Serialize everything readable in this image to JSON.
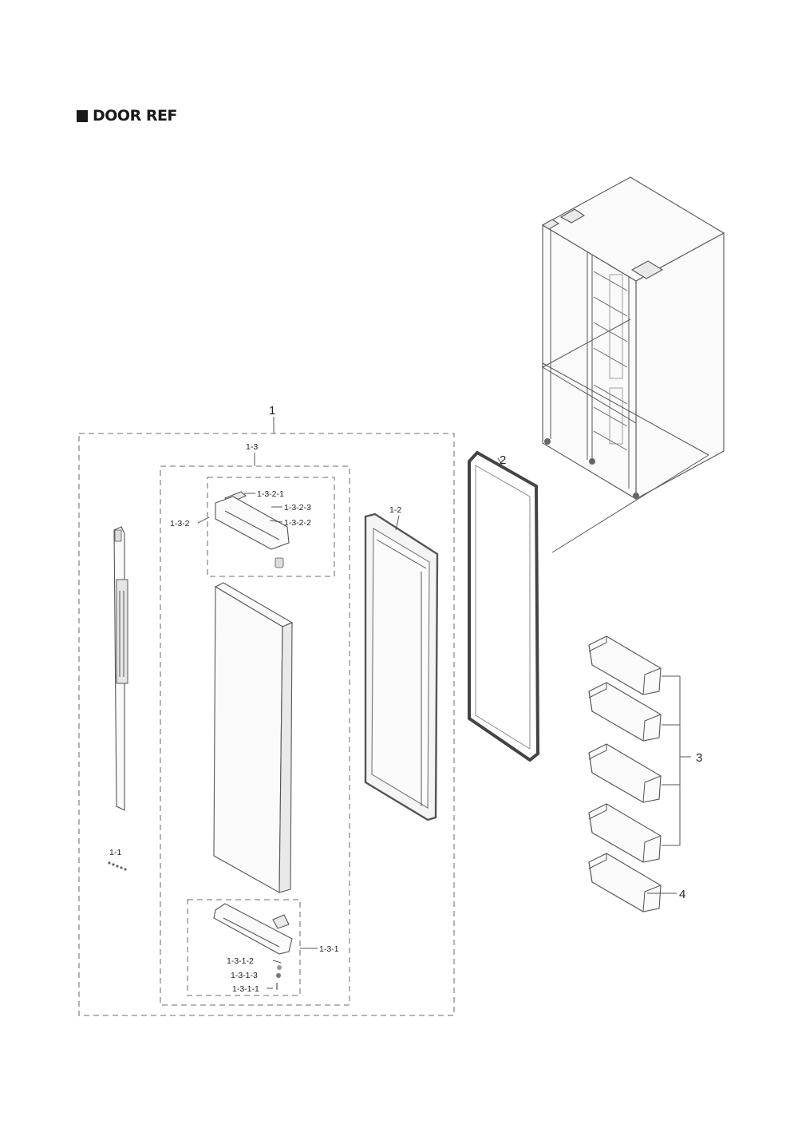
{
  "header": {
    "title": "DOOR REF"
  },
  "labels": {
    "p1": "1",
    "p1_1": "1-1",
    "p1_2": "1-2",
    "p1_3": "1-3",
    "p1_3_1": "1-3-1",
    "p1_3_1_1": "1-3-1-1",
    "p1_3_1_2": "1-3-1-2",
    "p1_3_1_3": "1-3-1-3",
    "p1_3_2": "1-3-2",
    "p1_3_2_1": "1-3-2-1",
    "p1_3_2_2": "1-3-2-2",
    "p1_3_2_3": "1-3-2-3",
    "p2": "2",
    "p3": "3",
    "p4": "4"
  }
}
